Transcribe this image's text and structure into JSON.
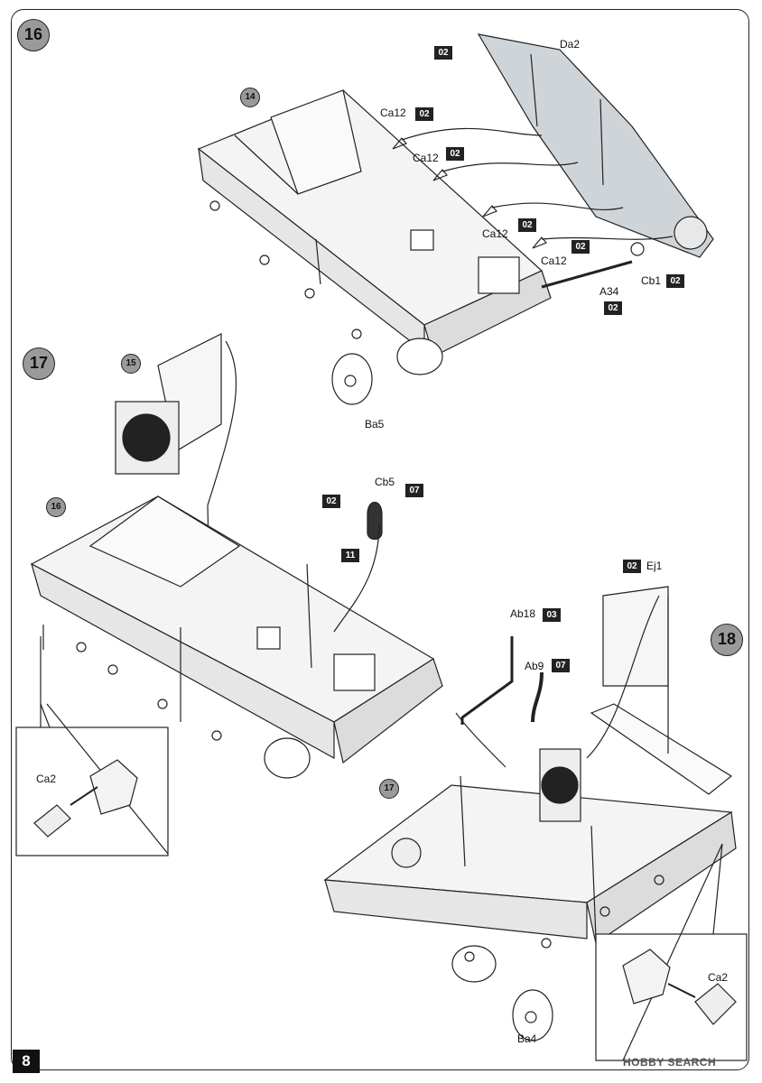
{
  "page": {
    "number": "8",
    "watermark": "HOBBY SEARCH"
  },
  "steps": [
    "16",
    "17",
    "18"
  ],
  "sub_refs": [
    "14",
    "15",
    "16",
    "17"
  ],
  "step16": {
    "labels": [
      "Da2",
      "Ca12",
      "Ca12",
      "Ca12",
      "Ca12",
      "Cb1",
      "A34",
      "Ba5"
    ],
    "tags": [
      "02",
      "02",
      "02",
      "02",
      "02",
      "02",
      "02"
    ]
  },
  "step17": {
    "labels": [
      "Cb5",
      "Ca2"
    ],
    "tags": [
      "02",
      "07",
      "11"
    ]
  },
  "step18": {
    "labels": [
      "Ej1",
      "Ab18",
      "Ab9",
      "Ba4",
      "Ca2"
    ],
    "tags": [
      "02",
      "03",
      "07"
    ]
  }
}
